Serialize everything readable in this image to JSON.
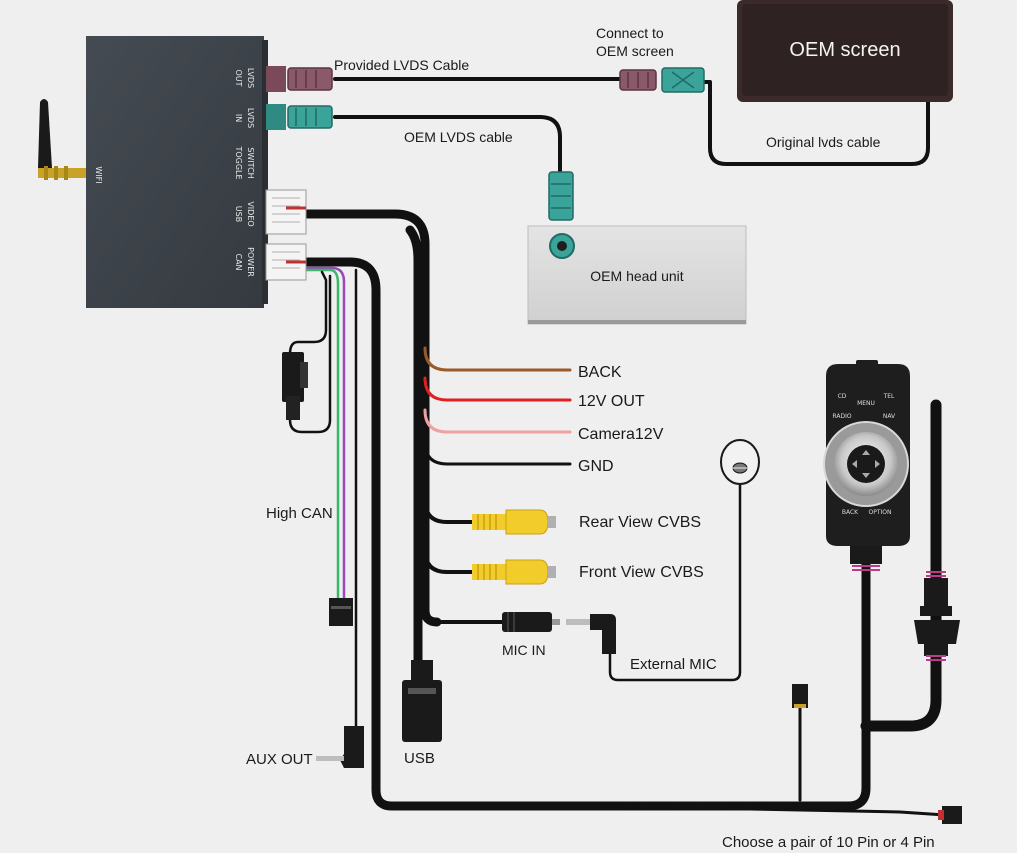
{
  "module": {
    "ports": [
      {
        "line1": "OUT",
        "line2": "LVDS"
      },
      {
        "line1": "IN",
        "line2": "LVDS"
      },
      {
        "line1": "TOGGLE",
        "line2": "SWITCH"
      },
      {
        "line1": "USB",
        "line2": "VIDEO"
      },
      {
        "line1": "CAN",
        "line2": "POWER"
      }
    ],
    "wifi_label": "WIFI"
  },
  "oem_screen": {
    "title": "OEM  screen"
  },
  "head_unit": {
    "label": "OEM head unit"
  },
  "labels": {
    "provided_lvds": "Provided LVDS Cable",
    "connect_to_line1": "Connect to",
    "connect_to_line2": "OEM screen",
    "original_lvds": "Original lvds cable",
    "oem_lvds": "OEM LVDS cable",
    "back": "BACK",
    "out12v": "12V OUT",
    "camera12v": "Camera12V",
    "gnd": "GND",
    "rear_view": "Rear View",
    "front_view": "Front View",
    "cvbs": "CVBS",
    "high_can": "High CAN",
    "mic_in": "MIC IN",
    "external_mic": "External MIC",
    "aux_out": "AUX OUT",
    "usb": "USB",
    "choose_pin": "Choose a pair of 10 Pin or 4 Pin"
  },
  "controller_buttons": [
    "CD",
    "MENU",
    "TEL",
    "RADIO",
    "NAV",
    "BACK",
    "OPTION"
  ],
  "colors": {
    "module": "#3c4248",
    "lvds_out": "#8a5a68",
    "lvds_in": "#3aa39a",
    "wire_back": "#9a5a2a",
    "wire_12v": "#e02020",
    "wire_camera": "#f0a0a0",
    "rca_yellow": "#f2cc2a",
    "can_purple": "#9a4ab8",
    "can_green": "#3ab86a"
  }
}
